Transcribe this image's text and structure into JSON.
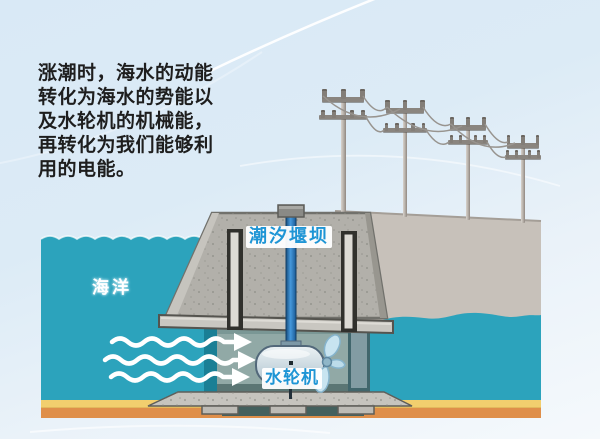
{
  "intro_text": "涨潮时，海水的动能\n转化为海水的势能以\n及水轮机的机械能，\n再转化为我们能够利\n用的电能。",
  "labels": {
    "ocean": "海洋",
    "dam": "潮汐堰坝",
    "turbine": "水轮机"
  },
  "colors": {
    "background": "#d9e9f6",
    "sea": "#2ca3bc",
    "sea_wall": "#1a7f95",
    "sand": "#f2cf6e",
    "seabed": "#df8f4a",
    "concrete": "#b2b0aa",
    "land": "#c7c1ba",
    "label_blue": "#1e95d5",
    "shaft_blue": "#4598dc",
    "arrow_white": "#ffffff"
  }
}
